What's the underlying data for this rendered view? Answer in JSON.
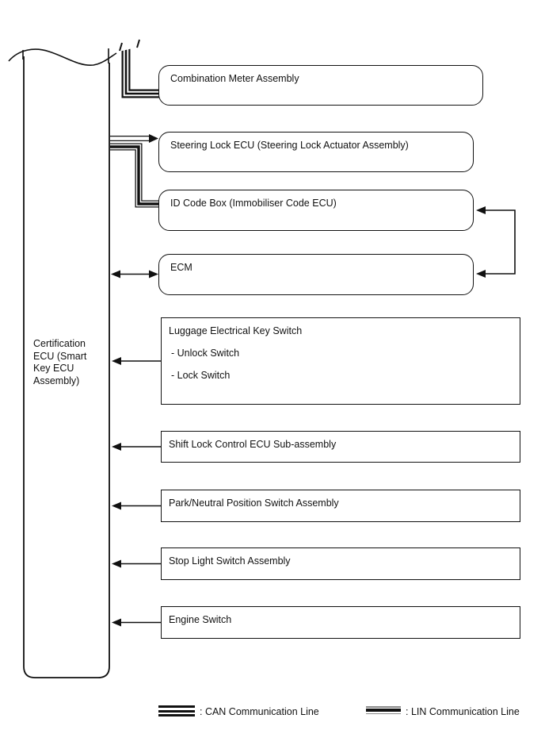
{
  "page": {
    "background_color": "#ffffff",
    "line_color": "#111111"
  },
  "certification_ecu": {
    "label": "Certification\nECU (Smart\nKey ECU\nAssembly)"
  },
  "nodes": [
    {
      "label": "Combination Meter Assembly"
    },
    {
      "label": "Steering Lock ECU (Steering Lock Actuator Assembly)"
    },
    {
      "label": "ID Code Box (Immobiliser Code ECU)"
    },
    {
      "label": "ECM"
    },
    {
      "label": "Luggage Electrical Key Switch",
      "sub_items": [
        "- Unlock Switch",
        "- Lock Switch"
      ]
    },
    {
      "label": "Shift Lock Control ECU Sub-assembly"
    },
    {
      "label": "Park/Neutral Position Switch Assembly"
    },
    {
      "label": "Stop Light Switch Assembly"
    },
    {
      "label": "Engine Switch"
    }
  ],
  "legend": {
    "can_label": ": CAN Communication Line",
    "lin_label": ": LIN Communication Line"
  }
}
